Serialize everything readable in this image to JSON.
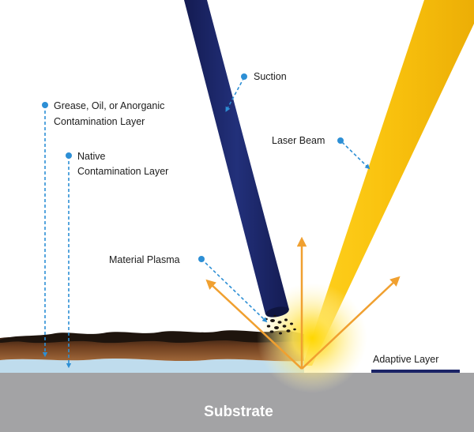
{
  "labels": {
    "grease": [
      "Grease, Oil, or Anorganic",
      "Contamination Layer"
    ],
    "native": [
      "Native",
      "Contamination Layer"
    ],
    "suction": "Suction",
    "laser": "Laser Beam",
    "plasma": "Material Plasma",
    "adaptive": "Adaptive Layer",
    "substrate": "Substrate"
  },
  "colors": {
    "suction_tube": "#1b2466",
    "laser": "#f7c416",
    "arrow": "#f0a030",
    "leader": "#2d8fd5",
    "substrate": "#a3a3a5",
    "substrate_text": "#ffffff",
    "native_layer": "#bfdced",
    "contamination": "#7a4a28",
    "debris": "#1a1410",
    "label_text": "#1c1c1c"
  }
}
